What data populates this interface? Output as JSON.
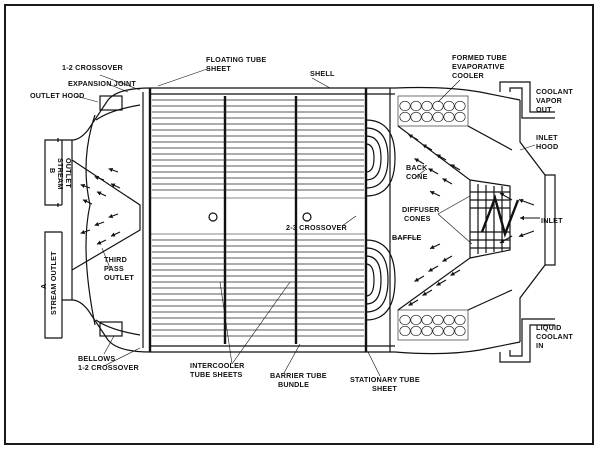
{
  "labels": {
    "crossover_12_top": "1-2 CROSSOVER",
    "expansion_joint": "EXPANSION JOINT",
    "outlet_hood": "OUTLET HOOD",
    "floating_tube_sheet_1": "FLOATING TUBE",
    "floating_tube_sheet_2": "SHEET",
    "shell": "SHELL",
    "formed_tube_1": "FORMED TUBE",
    "formed_tube_2": "EVAPORATIVE",
    "formed_tube_3": "COOLER",
    "coolant_vapor_1": "COOLANT",
    "coolant_vapor_2": "VAPOR",
    "coolant_vapor_3": "OUT",
    "inlet_hood_1": "INLET",
    "inlet_hood_2": "HOOD",
    "b_stream_1": "B",
    "b_stream_2": "STREAM",
    "b_stream_3": "OUTLET",
    "back_cone_1": "BACK",
    "back_cone_2": "CONE",
    "diffuser_1": "DIFFUSER",
    "diffuser_2": "CONES",
    "inlet": "INLET",
    "crossover_23": "2-3 CROSSOVER",
    "baffle": "BAFFLE",
    "third_pass_1": "THIRD",
    "third_pass_2": "PASS",
    "third_pass_3": "OUTLET",
    "a_stream_1": "A",
    "a_stream_2": "STREAM OUTLET",
    "bellows": "BELLOWS",
    "crossover_12_bottom": "1-2 CROSSOVER",
    "intercooler_1": "INTERCOOLER",
    "intercooler_2": "TUBE SHEETS",
    "barrier_1": "BARRIER TUBE",
    "barrier_2": "BUNDLE",
    "stationary_1": "STATIONARY TUBE",
    "stationary_2": "SHEET",
    "liquid_coolant_1": "LIQUID",
    "liquid_coolant_2": "COOLANT",
    "liquid_coolant_3": "IN"
  }
}
